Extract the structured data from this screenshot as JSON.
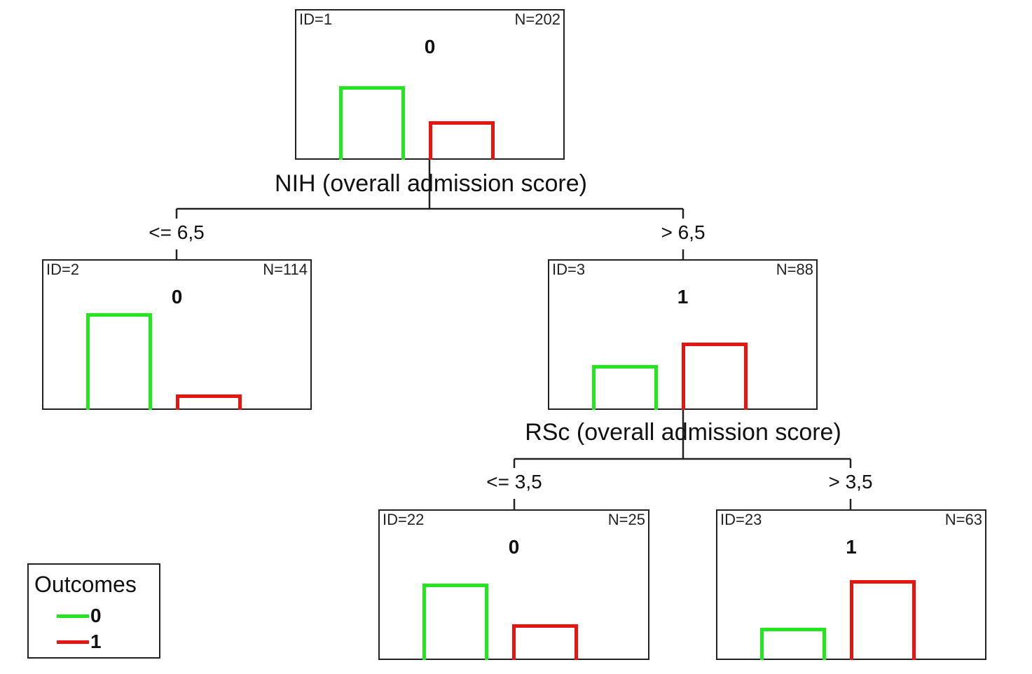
{
  "nodes": [
    {
      "id_label": "ID=1",
      "n_label": "N=202",
      "prediction": "0",
      "counts": {
        "0": 133,
        "1": 69
      }
    },
    {
      "id_label": "ID=2",
      "n_label": "N=114",
      "prediction": "0",
      "counts": {
        "0": 98,
        "1": 16
      }
    },
    {
      "id_label": "ID=3",
      "n_label": "N=88",
      "prediction": "1",
      "counts": {
        "0": 35,
        "1": 53
      }
    },
    {
      "id_label": "ID=22",
      "n_label": "N=25",
      "prediction": "0",
      "counts": {
        "0": 17,
        "1": 8
      }
    },
    {
      "id_label": "ID=23",
      "n_label": "N=63",
      "prediction": "1",
      "counts": {
        "0": 18,
        "1": 45
      }
    }
  ],
  "splits": [
    {
      "variable": "NIH (overall admission score)",
      "left": "<= 6,5",
      "right": "> 6,5"
    },
    {
      "variable": "RSc (overall admission score)",
      "left": "<= 3,5",
      "right": "> 3,5"
    }
  ],
  "legend": {
    "title": "Outcomes",
    "items": [
      {
        "label": "0",
        "color": "#22e61e"
      },
      {
        "label": "1",
        "color": "#e8140f"
      }
    ]
  },
  "colors": {
    "outcome_0": "#22e61e",
    "outcome_1": "#e8140f"
  }
}
